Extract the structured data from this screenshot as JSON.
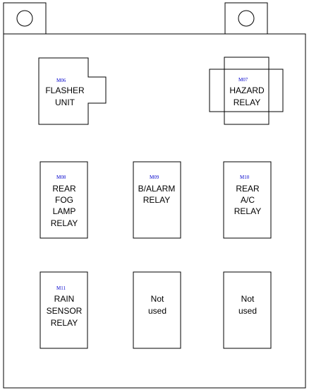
{
  "components": [
    {
      "id": "flasher",
      "code": "M06",
      "lines": [
        "FLASHER",
        "UNIT"
      ]
    },
    {
      "id": "hazard",
      "code": "M07",
      "lines": [
        "HAZARD",
        "RELAY"
      ]
    },
    {
      "id": "rear-fog-lamp",
      "code": "M08",
      "lines": [
        "REAR",
        "FOG",
        "LAMP",
        "RELAY"
      ]
    },
    {
      "id": "b-alarm",
      "code": "M09",
      "lines": [
        "B/ALARM",
        "RELAY"
      ]
    },
    {
      "id": "rear-ac",
      "code": "M10",
      "lines": [
        "REAR",
        "A/C",
        "RELAY"
      ]
    },
    {
      "id": "rain-sensor",
      "code": "M11",
      "lines": [
        "RAIN",
        "SENSOR",
        "RELAY"
      ]
    },
    {
      "id": "not-used-1",
      "code": "",
      "lines": [
        "Not",
        "used"
      ]
    },
    {
      "id": "not-used-2",
      "code": "",
      "lines": [
        "Not",
        "used"
      ]
    }
  ]
}
